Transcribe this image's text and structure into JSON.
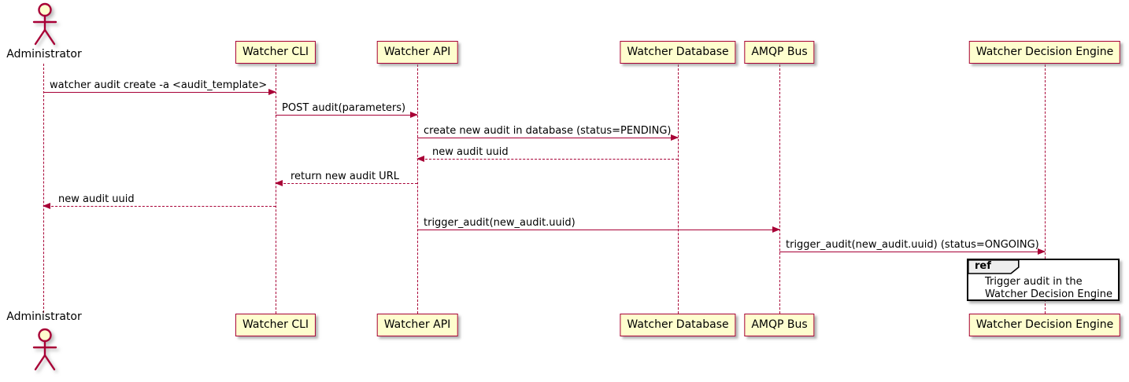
{
  "diagram": {
    "actor": {
      "name": "Administrator"
    },
    "participants": [
      {
        "label": "Watcher CLI"
      },
      {
        "label": "Watcher API"
      },
      {
        "label": "Watcher Database"
      },
      {
        "label": "AMQP Bus"
      },
      {
        "label": "Watcher Decision Engine"
      }
    ],
    "messages": [
      {
        "label": "watcher audit create -a <audit_template>",
        "from": "Administrator",
        "to": "Watcher CLI",
        "line": "solid"
      },
      {
        "label": "POST audit(parameters)",
        "from": "Watcher CLI",
        "to": "Watcher API",
        "line": "solid"
      },
      {
        "label": "create new audit in database (status=PENDING)",
        "from": "Watcher API",
        "to": "Watcher Database",
        "line": "solid"
      },
      {
        "label": "new audit uuid",
        "from": "Watcher Database",
        "to": "Watcher API",
        "line": "dashed"
      },
      {
        "label": "return new audit URL",
        "from": "Watcher API",
        "to": "Watcher CLI",
        "line": "dashed"
      },
      {
        "label": "new audit uuid",
        "from": "Watcher CLI",
        "to": "Administrator",
        "line": "dashed"
      },
      {
        "label": "trigger_audit(new_audit.uuid)",
        "from": "Watcher API",
        "to": "AMQP Bus",
        "line": "solid"
      },
      {
        "label": "trigger_audit(new_audit.uuid) (status=ONGOING)",
        "from": "AMQP Bus",
        "to": "Watcher Decision Engine",
        "line": "solid"
      }
    ],
    "ref": {
      "keyword": "ref",
      "lines": [
        "Trigger audit in the",
        "Watcher Decision Engine"
      ]
    },
    "colors": {
      "participant_fill": "#FEFECE",
      "border": "#A80036",
      "arrow": "#A80036",
      "ref_header_fill": "#EEEEEE",
      "ref_body_fill": "#FFFFFF",
      "text": "#000000"
    }
  }
}
